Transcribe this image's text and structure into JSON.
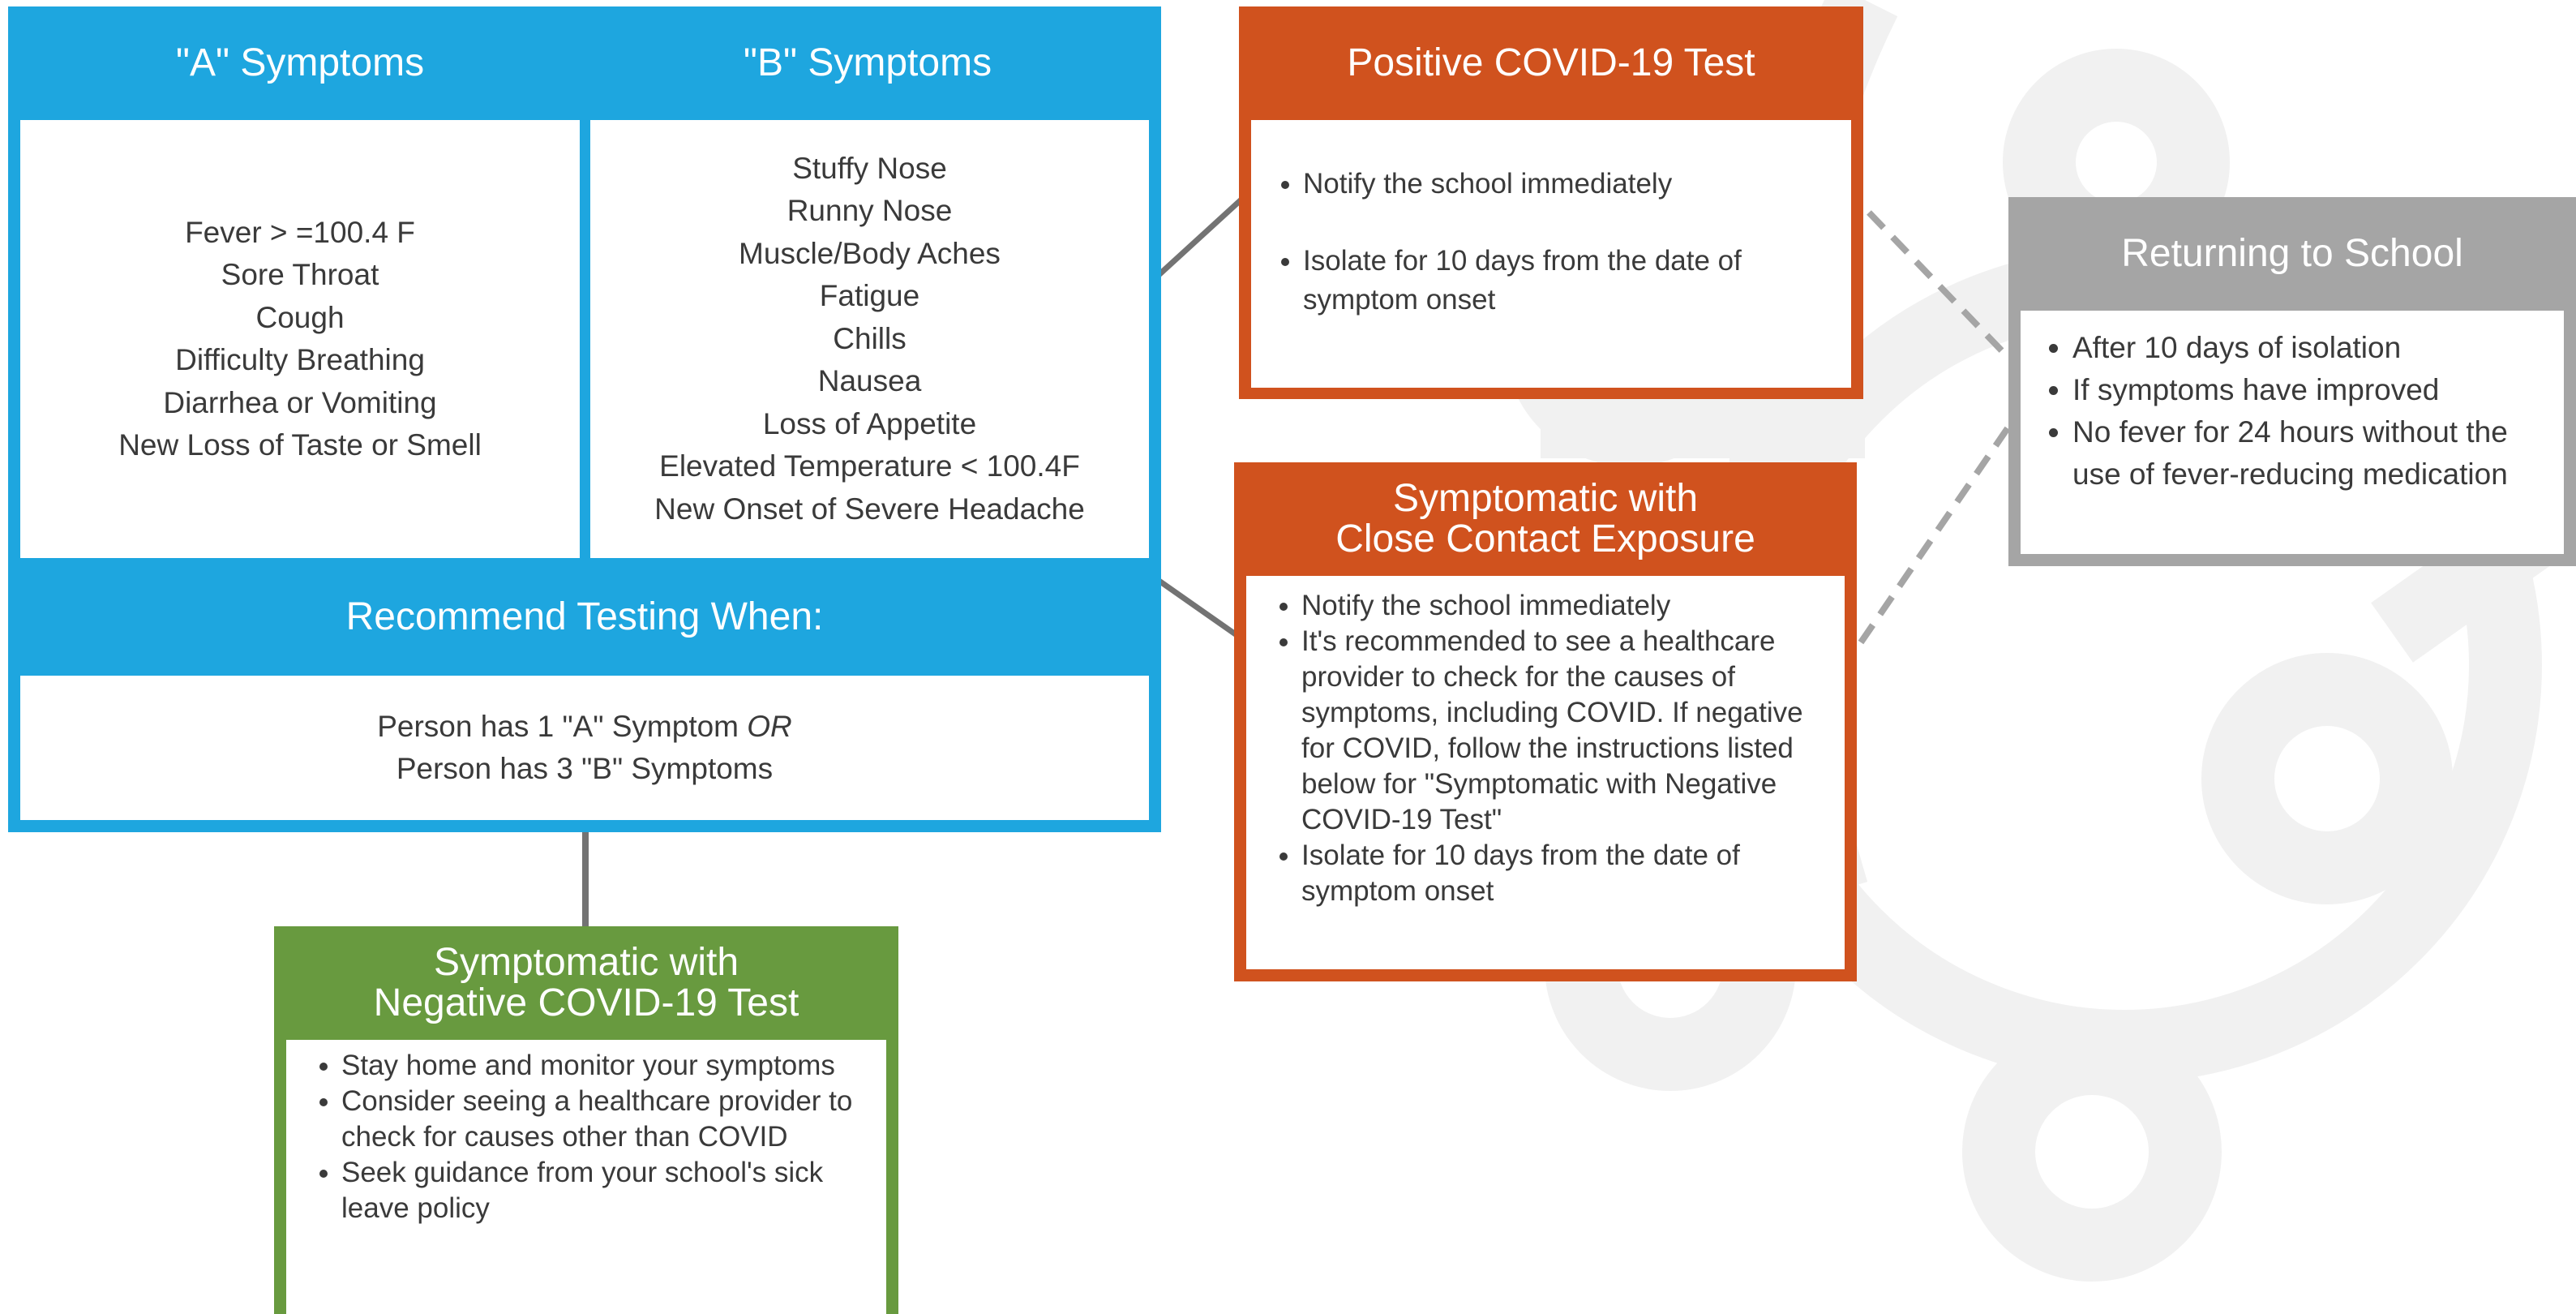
{
  "colors": {
    "blue": "#1ea6df",
    "orange": "#d0521e",
    "green": "#689a3f",
    "gray": "#a5a5a5",
    "connector": "#737373",
    "watermark": "#f1f1f1"
  },
  "a_symptoms": {
    "title": "\"A\" Symptoms",
    "items": [
      "Fever > =100.4 F",
      "Sore Throat",
      "Cough",
      "Difficulty Breathing",
      "Diarrhea or Vomiting",
      "New Loss of Taste or Smell"
    ]
  },
  "b_symptoms": {
    "title": "\"B\" Symptoms",
    "items": [
      "Stuffy Nose",
      "Runny Nose",
      "Muscle/Body Aches",
      "Fatigue",
      "Chills",
      "Nausea",
      "Loss of Appetite",
      "Elevated Temperature < 100.4F",
      "New Onset of Severe Headache"
    ]
  },
  "recommend": {
    "title": "Recommend Testing When:",
    "line1_prefix": "Person has 1 \"A\" Symptom ",
    "line1_emphasis": "OR",
    "line2": "Person has 3 \"B\" Symptoms"
  },
  "positive": {
    "title": "Positive COVID-19 Test",
    "items": [
      "Notify the school immediately",
      "Isolate for 10 days from the date of symptom onset"
    ]
  },
  "close_contact": {
    "title": "Symptomatic with\nClose Contact Exposure",
    "items": [
      "Notify the school immediately",
      "It's recommended to see a healthcare provider to check for the causes of symptoms, including COVID. If negative for COVID, follow the instructions listed below for \"Symptomatic with Negative COVID-19 Test\"",
      "Isolate for 10 days from the date of symptom onset"
    ]
  },
  "returning": {
    "title": "Returning to School",
    "items": [
      "After 10 days of isolation",
      "If symptoms have improved",
      "No fever for 24 hours without the use of fever-reducing medication"
    ]
  },
  "negative": {
    "title": "Symptomatic with\nNegative COVID-19 Test",
    "items": [
      "Stay home and monitor your symptoms",
      "Consider seeing a healthcare provider to check for causes other than COVID",
      "Seek guidance from your school's sick leave policy"
    ]
  }
}
